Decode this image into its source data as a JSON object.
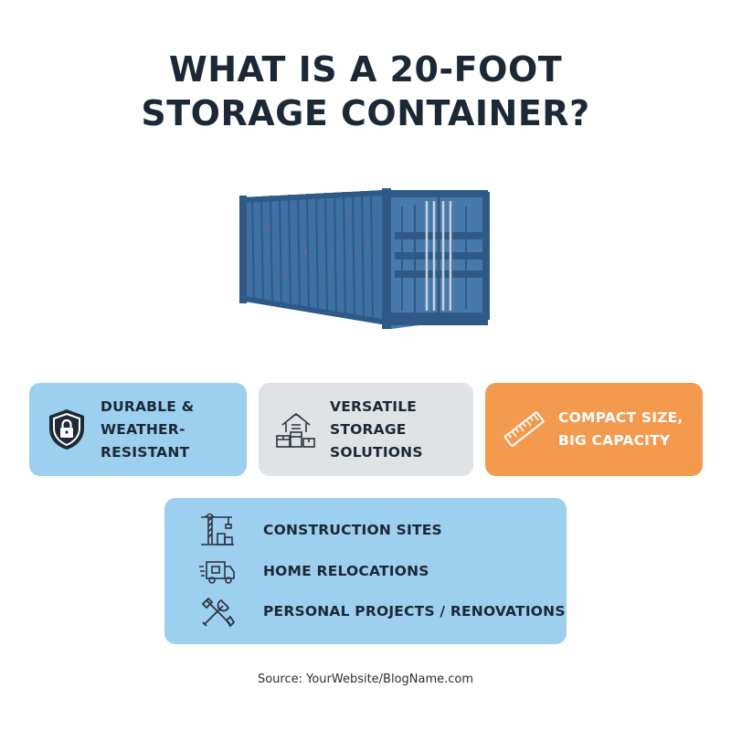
{
  "title": {
    "line1": "WHAT IS A 20-FOOT",
    "line2": "STORAGE CONTAINER?"
  },
  "container_image": {
    "icon": "shipping-container",
    "color": "#3f70a4"
  },
  "features": [
    {
      "icon": "shield-lock-icon",
      "line1": "DURABLE &",
      "line2": "WEATHER-RESISTANT",
      "background": "#9dcfee"
    },
    {
      "icon": "warehouse-boxes-icon",
      "line1": "VERSATILE",
      "line2": "STORAGE SOLUTIONS",
      "background": "#e0e3e6"
    },
    {
      "icon": "ruler-icon",
      "line1": "COMPACT SIZE,",
      "line2": "BIG CAPACITY",
      "background": "#f49a4f"
    }
  ],
  "uses": [
    {
      "icon": "crane-icon",
      "label": "CONSTRUCTION SITES"
    },
    {
      "icon": "moving-truck-icon",
      "label": "HOME RELOCATIONS"
    },
    {
      "icon": "tools-icon",
      "label": "PERSONAL PROJECTS / RENOVATIONS"
    }
  ],
  "source": "Source: YourWebsite/BlogName.com"
}
